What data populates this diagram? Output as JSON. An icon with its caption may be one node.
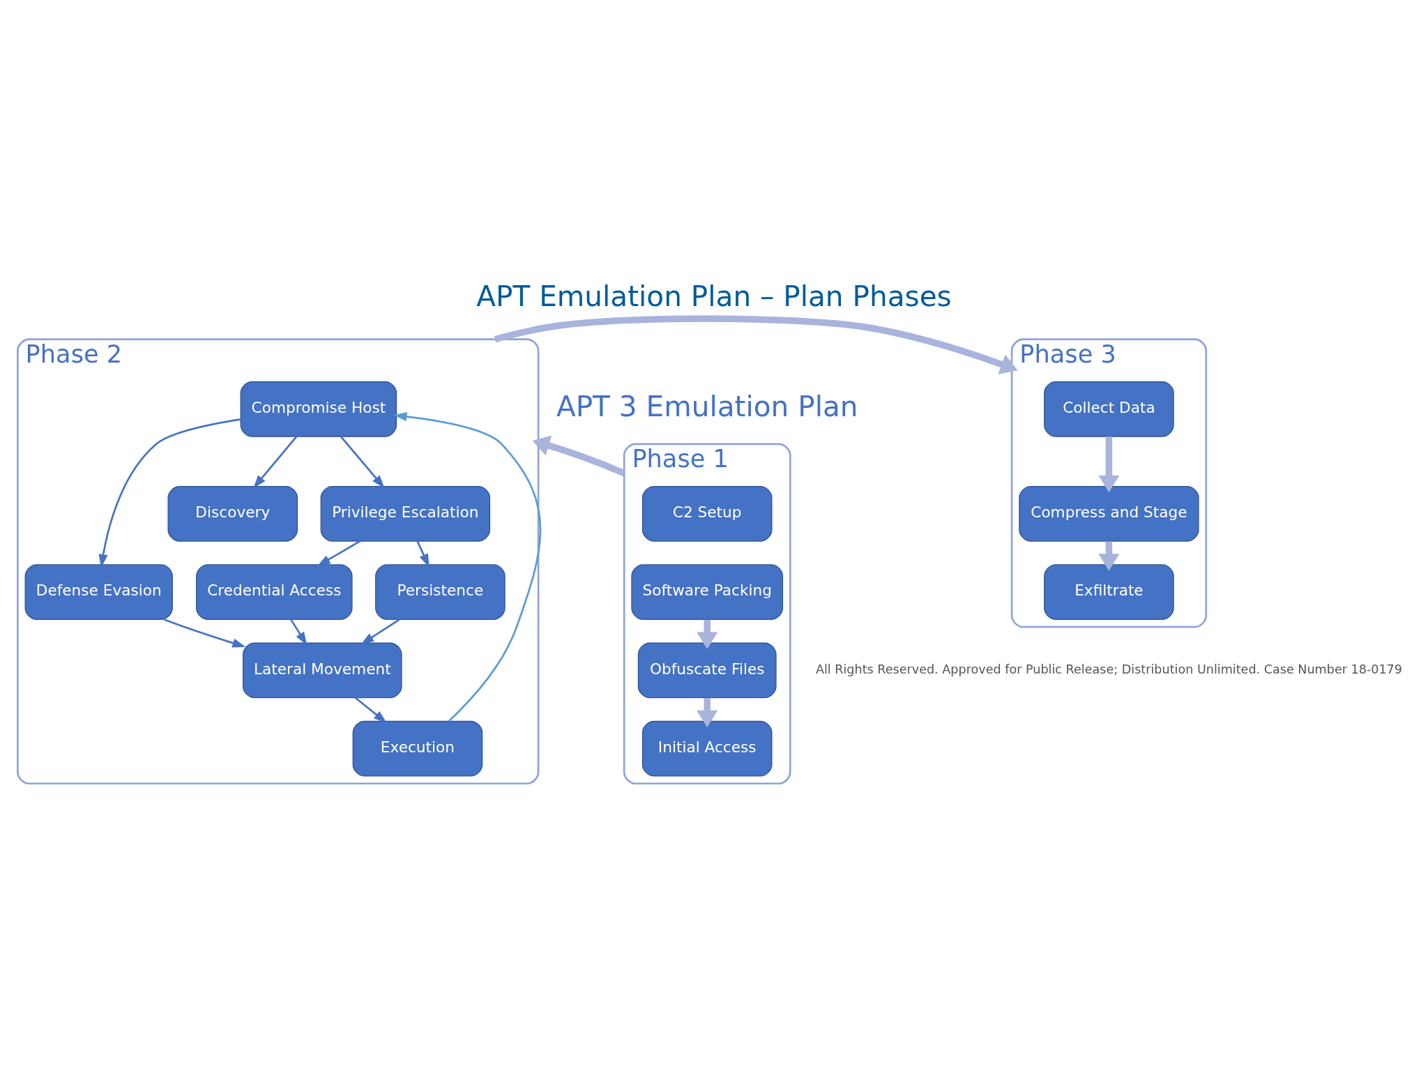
{
  "diagram": {
    "title": "APT Emulation Plan – Plan Phases",
    "nodes": [
      {
        "text": [
          "Phase 1"
        ]
      },
      {
        "text": [
          "C2 Setup"
        ],
        "in": 0
      },
      {
        "text": [
          "Software Packing"
        ],
        "in": 0
      },
      {
        "text": [
          "Obfuscate Files"
        ],
        "in": 0
      },
      {
        "text": [
          "Initial Access"
        ],
        "in": 0
      },
      {
        "text": [
          "Phase 2"
        ]
      },
      {
        "text": [
          "Compromise Host"
        ],
        "in": 5
      },
      {
        "text": [
          "Defense Evasion"
        ],
        "in": 5
      },
      {
        "text": [
          "Discovery"
        ],
        "in": 5
      },
      {
        "text": [
          "Privilege Escalation"
        ],
        "in": 5
      },
      {
        "text": [
          "Credential Access"
        ],
        "in": 5
      },
      {
        "text": [
          "Persistence"
        ],
        "in": 5
      },
      {
        "text": [
          "Lateral Movement"
        ],
        "in": 5
      },
      {
        "text": [
          "Execution"
        ],
        "in": 5
      },
      {
        "text": [
          "Phase 3"
        ]
      },
      {
        "text": [
          "Collect Data"
        ],
        "in": 14
      },
      {
        "text": [
          "Compress and Stage"
        ],
        "in": 14
      },
      {
        "text": [
          "Exfiltrate"
        ],
        "in": 14
      }
    ],
    "edges": [
      {
        "from": 0,
        "to": 5,
        "arrow": "to",
        "style": "thick",
        "color": "#a9b4dd"
      },
      {
        "from": 5,
        "to": 14,
        "arrow": "to",
        "style": "thick",
        "color": "#a9b4dd"
      },
      {
        "from": 2,
        "to": 3,
        "arrow": "to",
        "style": "thick",
        "color": "#a9b4dd"
      },
      {
        "from": 3,
        "to": 4,
        "arrow": "to",
        "style": "thick",
        "color": "#a9b4dd"
      },
      {
        "from": 6,
        "to": 7,
        "arrow": "to"
      },
      {
        "from": 6,
        "to": 8,
        "arrow": "to"
      },
      {
        "from": 6,
        "to": 9,
        "arrow": "to"
      },
      {
        "from": 9,
        "to": 10,
        "arrow": "to"
      },
      {
        "from": 9,
        "to": 11,
        "arrow": "to"
      },
      {
        "from": 7,
        "to": 12,
        "arrow": "to"
      },
      {
        "from": 10,
        "to": 12,
        "arrow": "to"
      },
      {
        "from": 11,
        "to": 12,
        "arrow": "to"
      },
      {
        "from": 12,
        "to": 13,
        "arrow": "to"
      },
      {
        "from": 13,
        "to": 6,
        "arrow": "to",
        "color": "#5b9bd5"
      },
      {
        "from": 15,
        "to": 16,
        "arrow": "to",
        "style": "thick",
        "color": "#a9b4dd"
      },
      {
        "from": 16,
        "to": 17,
        "arrow": "to",
        "style": "thick",
        "color": "#a9b4dd"
      }
    ],
    "labels": [
      "APT 3 Emulation Plan",
      "All Rights Reserved. Approved for Public Release; Distribution Unlimited. Case Number 18-0179"
    ]
  }
}
